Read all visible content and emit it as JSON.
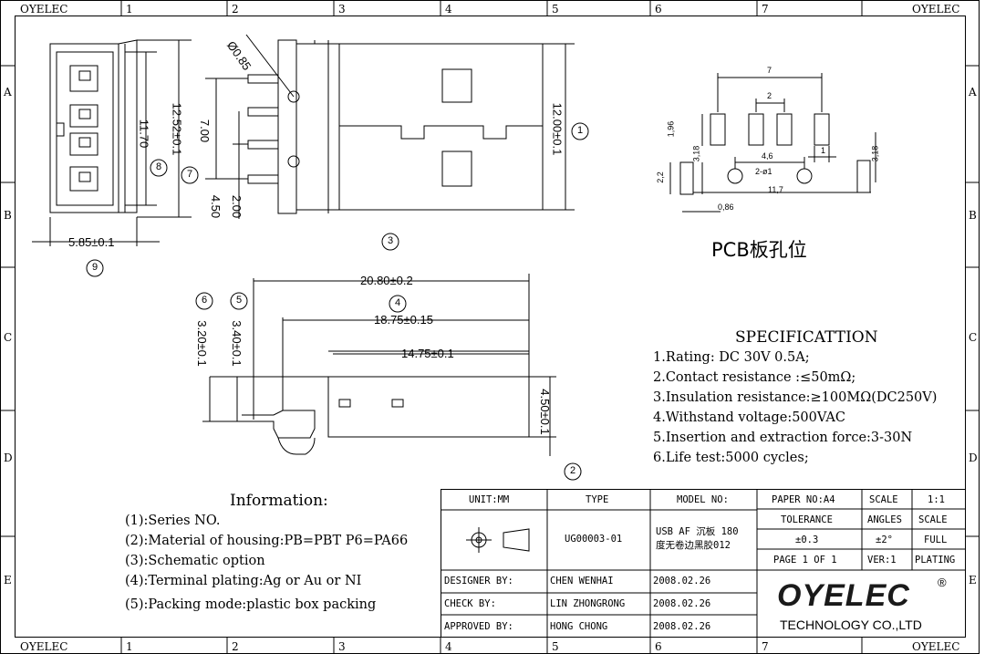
{
  "frame": {
    "corner_label": "OYELEC",
    "columns": [
      "1",
      "2",
      "3",
      "4",
      "5",
      "6",
      "7"
    ],
    "rows": [
      "A",
      "B",
      "C",
      "D",
      "E"
    ]
  },
  "top_view": {
    "dims": {
      "d1": "12.52±0.1",
      "d2": "11.70",
      "d3": "5.85±0.1",
      "d4": "7.00",
      "d5": "2.00",
      "d6": "4.50",
      "d7": "12.00±0.1",
      "d8": "Ø0.85"
    },
    "callouts": [
      "7",
      "8",
      "9",
      "3",
      "1"
    ]
  },
  "side_view": {
    "dims": {
      "length_total": "20.80±0.2",
      "length_mid": "18.75±0.15",
      "length_shell": "14.75±0.1",
      "h1": "3.20±0.1",
      "h2": "3.40±0.1",
      "h3": "4.50±0.1"
    },
    "callouts": [
      "4",
      "6",
      "5",
      "2"
    ]
  },
  "pcb": {
    "title": "PCB板孔位",
    "dims": {
      "d7": "7",
      "d2": "2",
      "d196": "1,96",
      "d318a": "3,18",
      "d46": "4,6",
      "d1": "1",
      "d318b": "3,18",
      "d22": "2,2",
      "holes": "2-ø1",
      "d117": "11,7",
      "d086": "0,86"
    }
  },
  "specification": {
    "title": "SPECIFICATTION",
    "items": [
      "1.Rating: DC 30V 0.5A;",
      "2.Contact resistance :≤50mΩ;",
      "3.Insulation resistance:≥100MΩ(DC250V)",
      "4.Withstand voltage:500VAC",
      "5.Insertion and extraction force:3-30N",
      "6.Life test:5000 cycles;"
    ]
  },
  "information": {
    "title": "Information:",
    "items": [
      "(1):Series NO.",
      "(2):Material of housing:PB=PBT P6=PA66",
      "(3):Schematic option",
      "(4):Terminal plating:Ag or Au or NI",
      "(5):Packing mode:plastic  box packing"
    ]
  },
  "title_block": {
    "unit": "UNIT:MM",
    "type_label": "TYPE",
    "type_value": "UG00003-01",
    "model_label": "MODEL NO:",
    "model_value_1": "USB AF 沉板 180",
    "model_value_2": "度无卷边黑胶012",
    "paper": "PAPER NO:A4",
    "scale_label": "SCALE",
    "scale_value": "1:1",
    "tolerance_label": "TOLERANCE",
    "angles_label": "ANGLES",
    "scale_label2": "SCALE",
    "tolerance_value": "±0.3",
    "angles_value": "±2°",
    "full": "FULL",
    "page": "PAGE 1 OF 1",
    "ver": "VER:1",
    "plating": "PLATING",
    "designer_label": "DESIGNER BY:",
    "designer": "CHEN WENHAI",
    "designer_date": "2008.02.26",
    "check_label": "CHECK BY:",
    "checker": "LIN ZHONGRONG",
    "check_date": "2008.02.26",
    "approved_label": "APPROVED BY:",
    "approver": "HONG CHONG",
    "approved_date": "2008.02.26",
    "logo": "OYELEC",
    "company": "TECHNOLOGY CO.,LTD"
  }
}
